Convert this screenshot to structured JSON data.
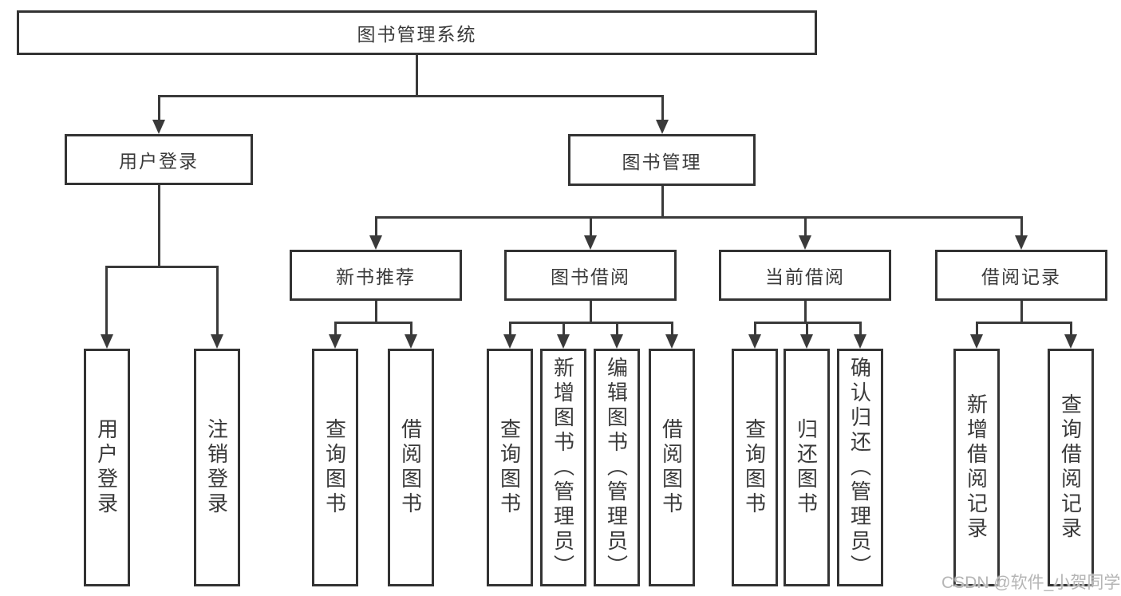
{
  "diagram_title": "图书管理系统",
  "tree": {
    "label": "图书管理系统",
    "children": [
      {
        "label": "用户登录",
        "children": [
          {
            "label": "用户登录"
          },
          {
            "label": "注销登录"
          }
        ]
      },
      {
        "label": "图书管理",
        "children": [
          {
            "label": "新书推荐",
            "children": [
              {
                "label": "查询图书"
              },
              {
                "label": "借阅图书"
              }
            ]
          },
          {
            "label": "图书借阅",
            "children": [
              {
                "label": "查询图书"
              },
              {
                "label": "新增图书（管理员）"
              },
              {
                "label": "编辑图书（管理员）"
              },
              {
                "label": "借阅图书"
              }
            ]
          },
          {
            "label": "当前借阅",
            "children": [
              {
                "label": "查询图书"
              },
              {
                "label": "归还图书"
              },
              {
                "label": "确认归还（管理员）"
              }
            ]
          },
          {
            "label": "借阅记录",
            "children": [
              {
                "label": "新增借阅记录"
              },
              {
                "label": "查询借阅记录"
              }
            ]
          }
        ]
      }
    ]
  },
  "watermark": {
    "text": "CSDN @软件_小贺同学"
  },
  "colors": {
    "line": "#3a3a3a",
    "box_border": "#333333",
    "text": "#3a3a3a",
    "watermark": "#b5b5b5",
    "background": "#ffffff"
  }
}
